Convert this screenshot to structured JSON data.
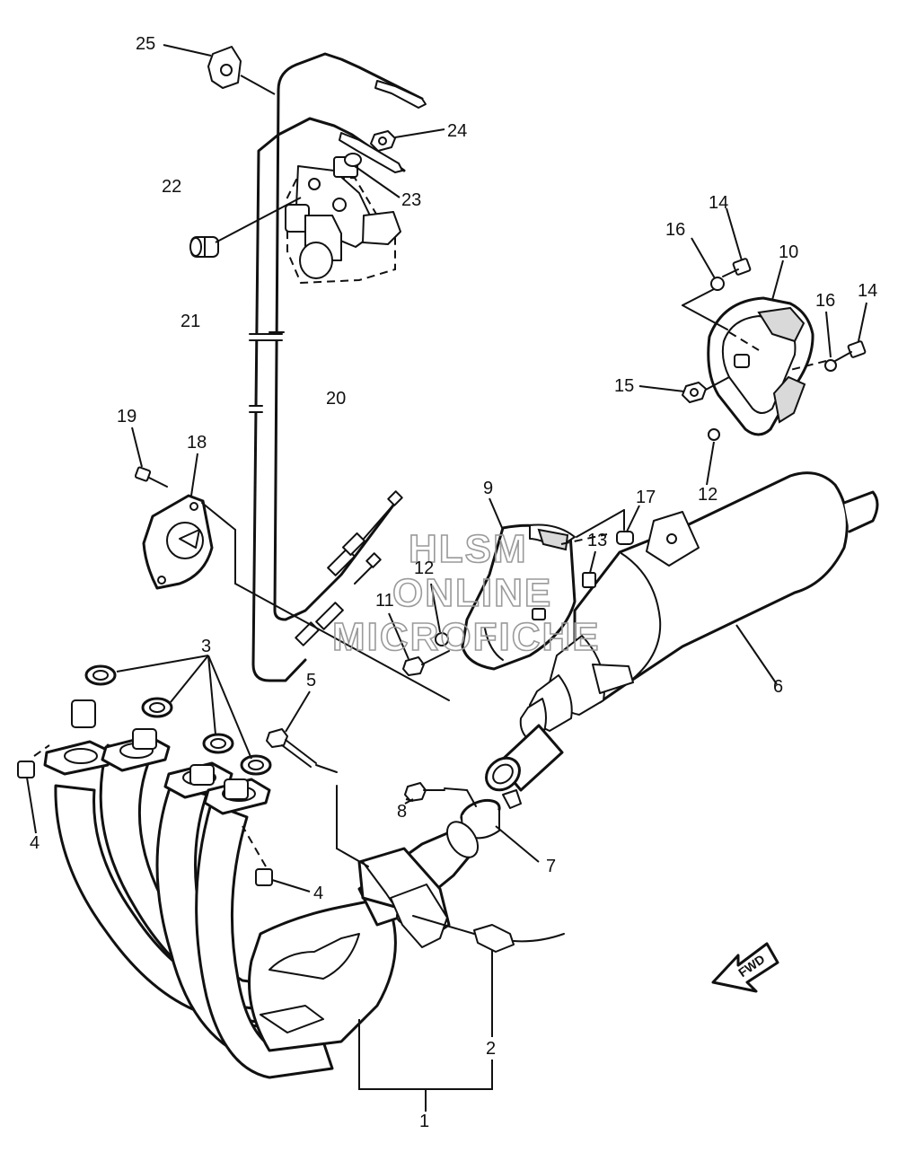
{
  "watermark": {
    "line1": "HLSM",
    "line2": "ONLINE",
    "line3": "MICROFICHE"
  },
  "direction_arrow": {
    "label": "FWD"
  },
  "callouts": [
    {
      "label": "25",
      "part": "cable clamp"
    },
    {
      "label": "24",
      "part": "nut"
    },
    {
      "label": "23",
      "part": "collar"
    },
    {
      "label": "22",
      "part": "grommet"
    },
    {
      "label": "21",
      "part": "cable"
    },
    {
      "label": "20",
      "part": "cable"
    },
    {
      "label": "19",
      "part": "bolt"
    },
    {
      "label": "18",
      "part": "gasket"
    },
    {
      "label": "17",
      "part": "grommet"
    },
    {
      "label": "16",
      "part": "washer"
    },
    {
      "label": "16",
      "part": "washer"
    },
    {
      "label": "15",
      "part": "nut"
    },
    {
      "label": "14",
      "part": "bolt"
    },
    {
      "label": "14",
      "part": "bolt"
    },
    {
      "label": "13",
      "part": "damper"
    },
    {
      "label": "12",
      "part": "washer"
    },
    {
      "label": "12",
      "part": "washer"
    },
    {
      "label": "11",
      "part": "bolt"
    },
    {
      "label": "10",
      "part": "muffler end cap"
    },
    {
      "label": "9",
      "part": "heat protector"
    },
    {
      "label": "8",
      "part": "bolt"
    },
    {
      "label": "7",
      "part": "gasket"
    },
    {
      "label": "6",
      "part": "muffler"
    },
    {
      "label": "5",
      "part": "bolt"
    },
    {
      "label": "4",
      "part": "nut"
    },
    {
      "label": "4",
      "part": "nut"
    },
    {
      "label": "3",
      "part": "gasket"
    },
    {
      "label": "2",
      "part": "sensor"
    },
    {
      "label": "1",
      "part": "exhaust pipe assembly"
    }
  ]
}
